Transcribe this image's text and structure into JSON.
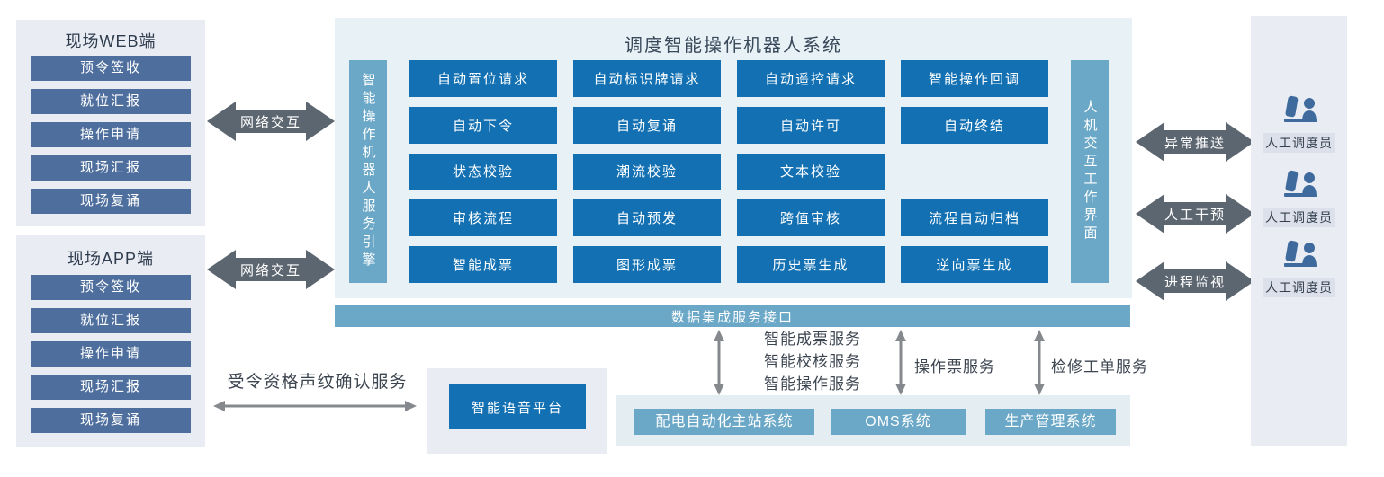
{
  "web_panel": {
    "title": "现场WEB端",
    "items": [
      "预令签收",
      "就位汇报",
      "操作申请",
      "现场汇报",
      "现场复诵"
    ]
  },
  "app_panel": {
    "title": "现场APP端",
    "items": [
      "预令签收",
      "就位汇报",
      "操作申请",
      "现场汇报",
      "现场复诵"
    ]
  },
  "network_arrows": {
    "top": "网络交互",
    "bottom": "网络交互"
  },
  "main_system": {
    "title": "调度智能操作机器人系统",
    "engine_bar": "智能操作机器人服务引擎",
    "hmi_bar": "人机交互工作界面",
    "grid": [
      [
        "自动置位请求",
        "自动标识牌请求",
        "自动遥控请求",
        "智能操作回调"
      ],
      [
        "自动下令",
        "自动复诵",
        "自动许可",
        "自动终结"
      ],
      [
        "状态校验",
        "潮流校验",
        "文本校验"
      ],
      [
        "审核流程",
        "自动预发",
        "跨值审核",
        "流程自动归档"
      ],
      [
        "智能成票",
        "图形成票",
        "历史票生成",
        "逆向票生成"
      ]
    ]
  },
  "data_bar": {
    "label": "数据集成服务接口"
  },
  "right_arrows": [
    {
      "label": "异常推送"
    },
    {
      "label": "人工干预"
    },
    {
      "label": "进程监视"
    }
  ],
  "dispatchers": {
    "items": [
      {
        "label": "人工调度员"
      },
      {
        "label": "人工调度员"
      },
      {
        "label": "人工调度员"
      }
    ]
  },
  "voiceprint": {
    "label": "受令资格声纹确认服务"
  },
  "voice_platform": {
    "label": "智能语音平台"
  },
  "service_links": {
    "left_lines": [
      "智能成票服务",
      "智能校核服务",
      "智能操作服务"
    ],
    "middle": "操作票服务",
    "right": "检修工单服务"
  },
  "external_systems": {
    "items": [
      "配电自动化主站系统",
      "OMS系统",
      "生产管理系统"
    ]
  },
  "colors": {
    "accent_blue": "#1371b3",
    "teal": "#6ba8c7",
    "slate": "#4e6f9e",
    "arrow_gray": "#5c6670"
  }
}
